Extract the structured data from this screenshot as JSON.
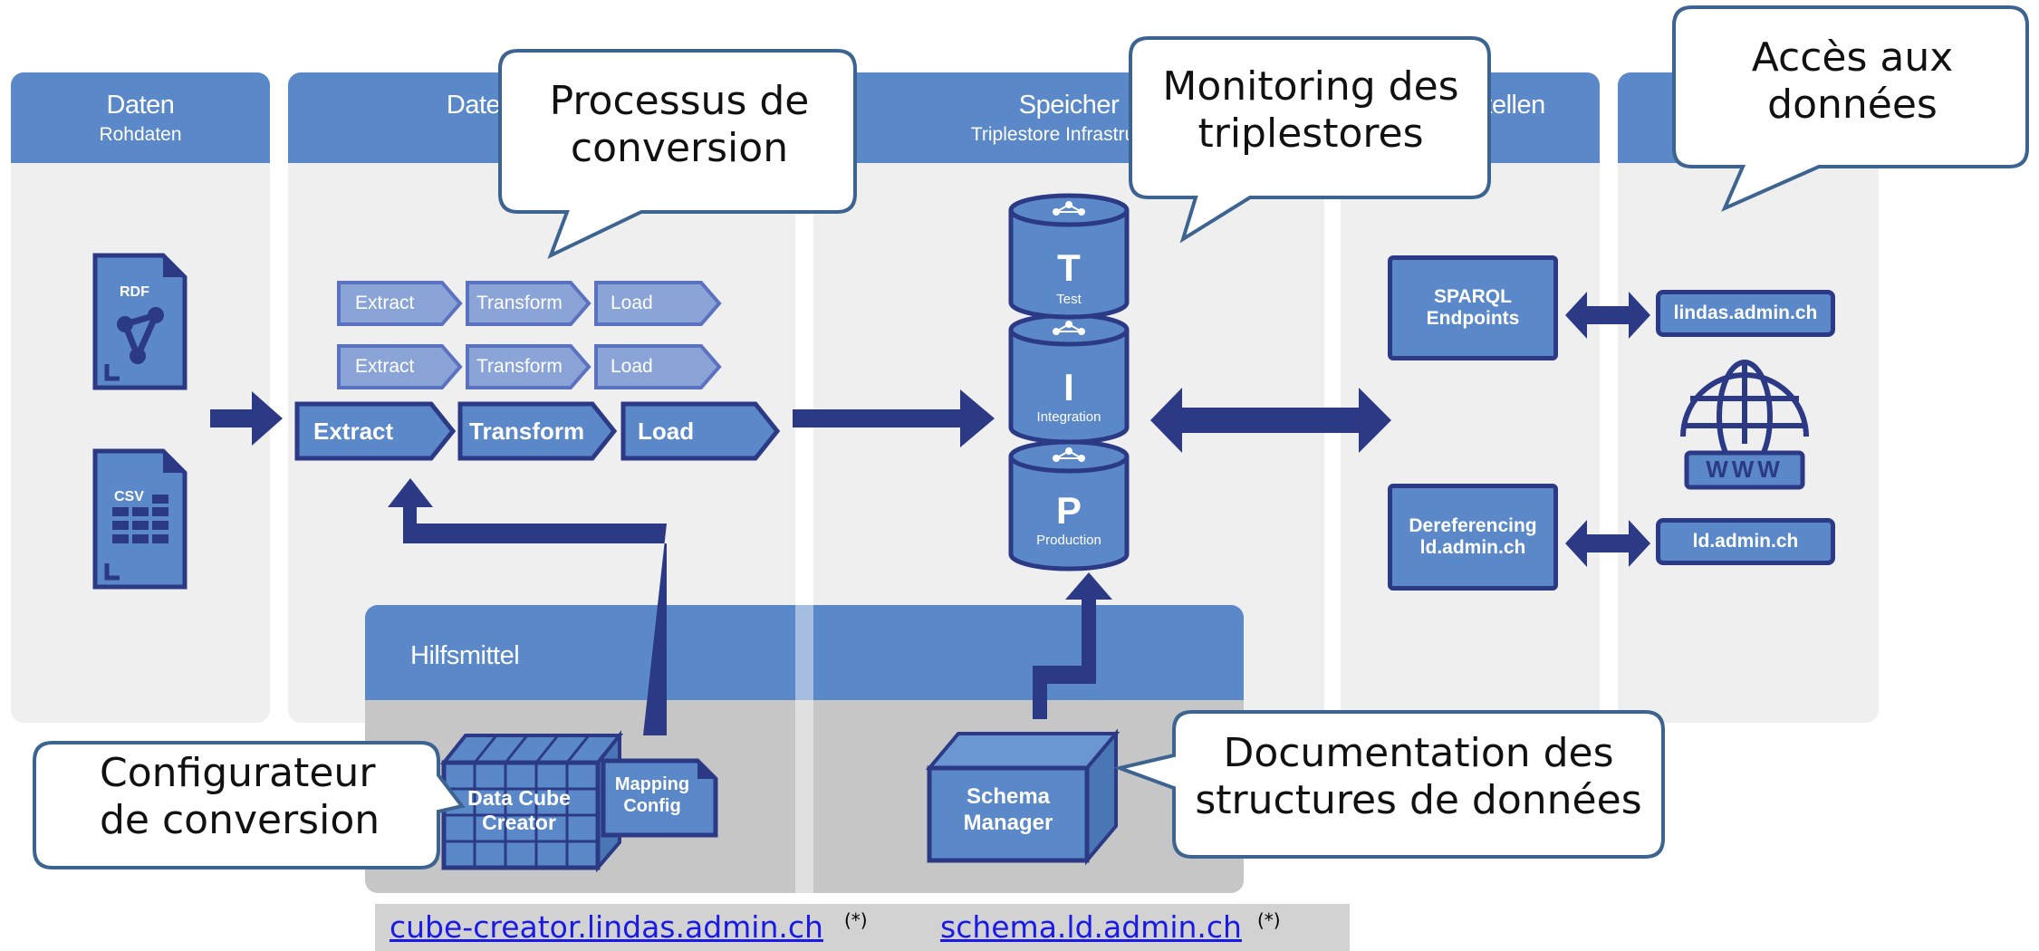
{
  "columns": {
    "daten": {
      "title": "Daten",
      "subtitle": "Rohdaten"
    },
    "konversion": {
      "title": "Datenkonversion",
      "subtitle": "Pipelines"
    },
    "speicher": {
      "title": "Speicher",
      "subtitle": "Triplestore Infrastruktur"
    },
    "schnittstellen": {
      "title": "Schnittstellen",
      "subtitle": ""
    },
    "web": {
      "title": "Web Zugang",
      "subtitle": ""
    }
  },
  "files": {
    "rdf": "RDF",
    "csv": "CSV"
  },
  "pipelines": {
    "small_rows": [
      {
        "extract": "Extract",
        "transform": "Transform",
        "load": "Load"
      },
      {
        "extract": "Extract",
        "transform": "Transform",
        "load": "Load"
      }
    ],
    "main": {
      "extract": "Extract",
      "transform": "Transform",
      "load": "Load"
    }
  },
  "triplestores": [
    {
      "letter": "T",
      "label": "Test"
    },
    {
      "letter": "I",
      "label": "Integration"
    },
    {
      "letter": "P",
      "label": "Production"
    }
  ],
  "interfaces": {
    "sparql": "SPARQL Endpoints",
    "dereferencing": "Dereferencing ld.admin.ch",
    "lindas_host": "lindas.admin.ch",
    "ld_host": "ld.admin.ch",
    "www": "WWW"
  },
  "tools": {
    "title": "Hilfsmittel",
    "data_cube_creator": "Data Cube Creator",
    "mapping_config": "Mapping Config",
    "schema_manager": "Schema Manager"
  },
  "callouts": {
    "processus": "Processus de conversion",
    "monitoring": "Monitoring des triplestores",
    "acces": "Accès aux données",
    "configurateur": "Configurateur de conversion",
    "documentation": "Documentation des structures de données"
  },
  "links": {
    "cube_creator": "cube-creator.lindas.admin.ch",
    "cube_creator_note": "(*)",
    "schema": "schema.ld.admin.ch",
    "schema_note": "(*)"
  },
  "colors": {
    "header_blue": "#5a88c8",
    "dark_navy": "#2c3a86",
    "panel_grey": "#efefef",
    "tools_grey": "#c6c6c6"
  }
}
